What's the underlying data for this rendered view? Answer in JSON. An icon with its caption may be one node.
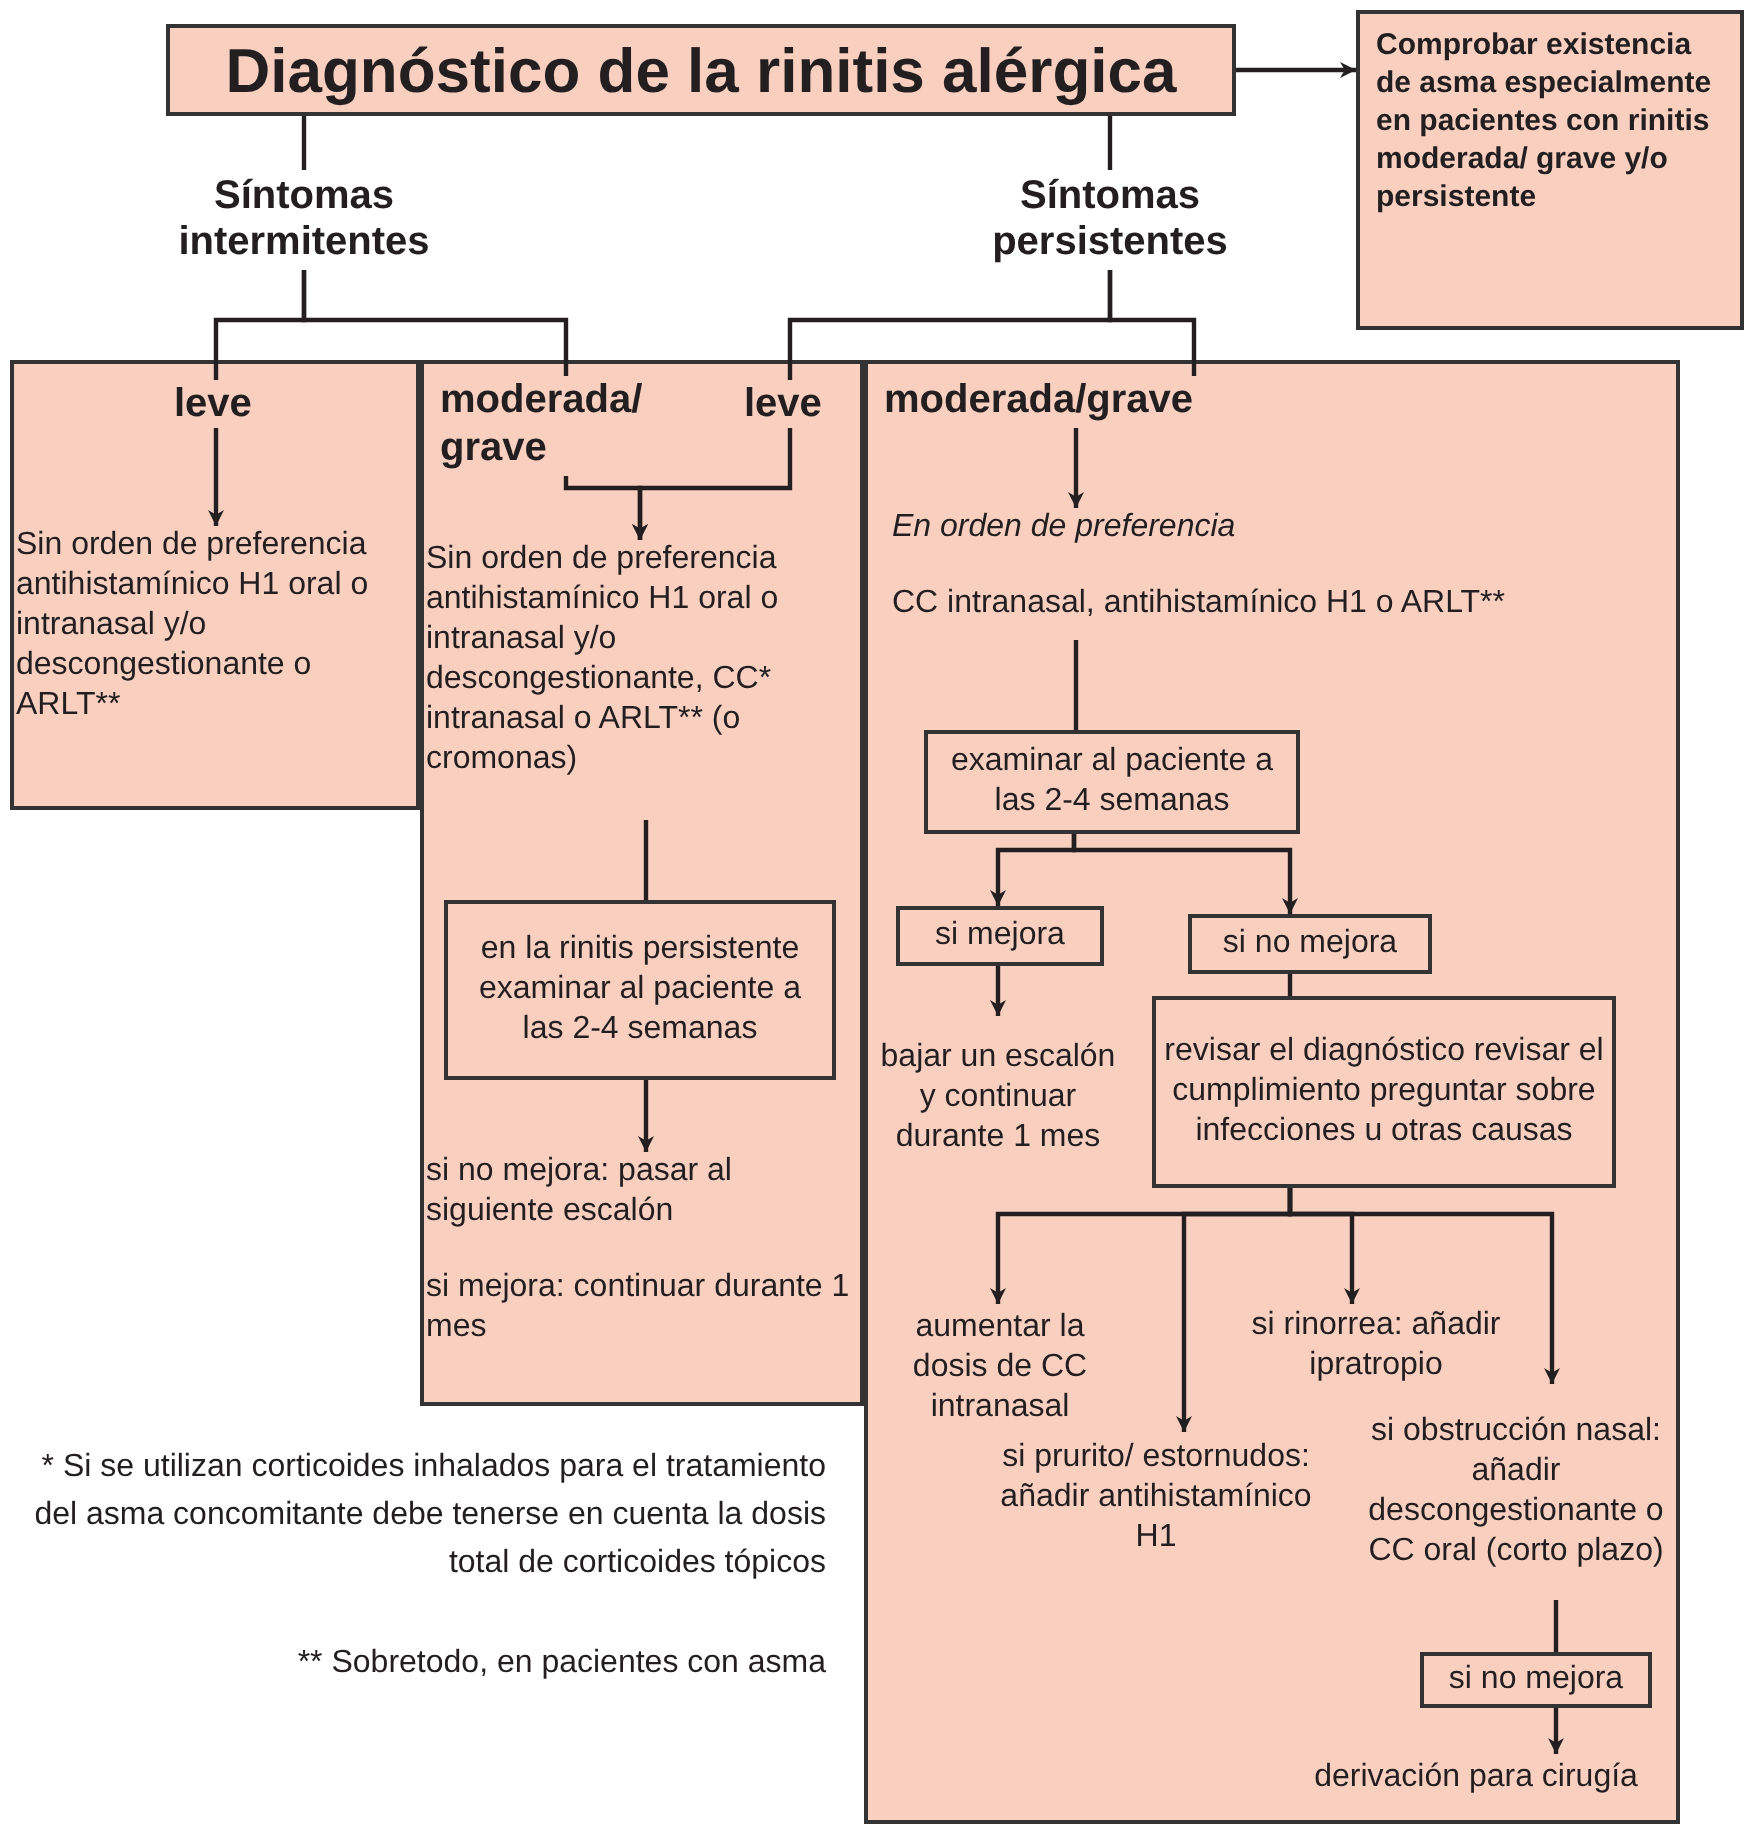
{
  "diagram": {
    "nodes": [
      {
        "text": [
          "Diagnóstico de la rinitis alérgica"
        ]
      },
      {
        "text": [
          "Comprobar existencia de asma especialmente en pacientes con rinitis moderada/ grave y/o persistente"
        ]
      },
      {
        "text": [
          "Síntomas intermitentes"
        ]
      },
      {
        "text": [
          "Síntomas persistentes"
        ]
      },
      {
        "text": [],
        "shape": "box"
      },
      {
        "text": [
          "leve"
        ],
        "in": 4
      },
      {
        "text": [
          "Sin orden de preferencia antihistamínico H1 oral o intranasal y/o descongestionante o ARLT**"
        ],
        "in": 4
      },
      {
        "text": [],
        "shape": "box"
      },
      {
        "text": [
          "moderada/ grave"
        ],
        "in": 7
      },
      {
        "text": [
          "leve"
        ],
        "in": 7
      },
      {
        "text": [
          "Sin orden de preferencia antihistamínico H1 oral o intranasal y/o descongestionante, CC* intranasal o ARLT** (o cromonas)"
        ],
        "in": 7
      },
      {
        "text": [
          "en la rinitis persistente examinar al paciente a las 2-4 semanas"
        ],
        "in": 7
      },
      {
        "text": [
          "si no mejora: pasar al siguiente escalón",
          "si mejora: continuar durante 1 mes"
        ],
        "in": 7
      },
      {
        "text": [],
        "shape": "box"
      },
      {
        "text": [
          "moderada/grave"
        ],
        "in": 13
      },
      {
        "text": [
          "En orden de preferencia",
          "CC intranasal, antihistamínico H1 o ARLT**"
        ],
        "in": 13
      },
      {
        "text": [
          "examinar al paciente a las 2-4 semanas"
        ],
        "in": 13
      },
      {
        "text": [
          "si mejora"
        ],
        "in": 13
      },
      {
        "text": [
          "si no mejora"
        ],
        "in": 13
      },
      {
        "text": [
          "bajar un escalón y continuar durante 1 mes"
        ],
        "in": 13
      },
      {
        "text": [
          "revisar el diagnóstico revisar el cumplimiento preguntar sobre infecciones u otras causas"
        ],
        "in": 13
      },
      {
        "text": [
          "aumentar la dosis de CC intranasal"
        ],
        "in": 13
      },
      {
        "text": [
          "si prurito/ estornudos: añadir antihistamínico H1"
        ],
        "in": 13
      },
      {
        "text": [
          "si rinorrea: añadir ipratropio"
        ],
        "in": 13
      },
      {
        "text": [
          "si obstrucción nasal: añadir descongestionante o CC oral (corto plazo)"
        ],
        "in": 13
      },
      {
        "text": [
          "si no mejora"
        ],
        "in": 13
      },
      {
        "text": [
          "derivación para cirugía"
        ],
        "in": 13
      }
    ],
    "edges": [
      {
        "from": 0,
        "to": 1,
        "arrow": "to"
      },
      {
        "from": 0,
        "to": 2,
        "arrow": "none"
      },
      {
        "from": 0,
        "to": 3,
        "arrow": "none"
      },
      {
        "from": 2,
        "to": 5,
        "arrow": "none"
      },
      {
        "from": 2,
        "to": 8,
        "arrow": "none"
      },
      {
        "from": 3,
        "to": 9,
        "arrow": "none"
      },
      {
        "from": 3,
        "to": 14,
        "arrow": "none"
      },
      {
        "from": 5,
        "to": 6,
        "arrow": "to"
      },
      {
        "from": 8,
        "to": 10,
        "arrow": "to"
      },
      {
        "from": 9,
        "to": 10,
        "arrow": "to"
      },
      {
        "from": 10,
        "to": 11,
        "arrow": "none"
      },
      {
        "from": 11,
        "to": 12,
        "arrow": "to"
      },
      {
        "from": 14,
        "to": 15,
        "arrow": "to"
      },
      {
        "from": 15,
        "to": 16,
        "arrow": "none"
      },
      {
        "from": 16,
        "to": 17,
        "arrow": "to"
      },
      {
        "from": 16,
        "to": 18,
        "arrow": "to"
      },
      {
        "from": 17,
        "to": 19,
        "arrow": "to"
      },
      {
        "from": 18,
        "to": 20,
        "arrow": "none"
      },
      {
        "from": 20,
        "to": 21,
        "arrow": "to"
      },
      {
        "from": 20,
        "to": 22,
        "arrow": "to"
      },
      {
        "from": 20,
        "to": 23,
        "arrow": "to"
      },
      {
        "from": 20,
        "to": 24,
        "arrow": "to"
      },
      {
        "from": 24,
        "to": 25,
        "arrow": "none"
      },
      {
        "from": 25,
        "to": 26,
        "arrow": "to"
      }
    ],
    "labels": [
      "* Si se utilizan corticoides inhalados para el tratamiento del asma concomitante debe tenerse en cuenta la dosis total de corticoides tópicos",
      "** Sobretodo, en pacientes con asma"
    ]
  }
}
